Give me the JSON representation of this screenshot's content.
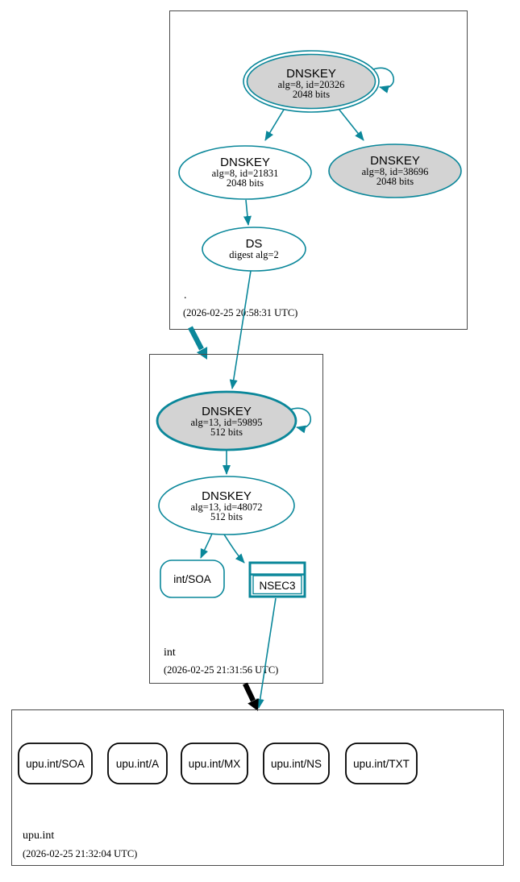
{
  "zones": [
    {
      "name": ".",
      "timestamp": "(2026-02-25 20:58:31 UTC)"
    },
    {
      "name": "int",
      "timestamp": "(2026-02-25 21:31:56 UTC)"
    },
    {
      "name": "upu.int",
      "timestamp": "(2026-02-25 21:32:04 UTC)"
    }
  ],
  "nodes": {
    "root_ksk": {
      "title": "DNSKEY",
      "detail1": "alg=8, id=20326",
      "detail2": "2048 bits"
    },
    "root_zsk": {
      "title": "DNSKEY",
      "detail1": "alg=8, id=21831",
      "detail2": "2048 bits"
    },
    "root_key2": {
      "title": "DNSKEY",
      "detail1": "alg=8, id=38696",
      "detail2": "2048 bits"
    },
    "root_ds": {
      "title": "DS",
      "detail1": "digest alg=2"
    },
    "int_ksk": {
      "title": "DNSKEY",
      "detail1": "alg=13, id=59895",
      "detail2": "512 bits"
    },
    "int_zsk": {
      "title": "DNSKEY",
      "detail1": "alg=13, id=48072",
      "detail2": "512 bits"
    },
    "int_soa": {
      "label": "int/SOA"
    },
    "int_nsec3": {
      "label": "NSEC3"
    },
    "upu_soa": {
      "label": "upu.int/SOA"
    },
    "upu_a": {
      "label": "upu.int/A"
    },
    "upu_mx": {
      "label": "upu.int/MX"
    },
    "upu_ns": {
      "label": "upu.int/NS"
    },
    "upu_txt": {
      "label": "upu.int/TXT"
    }
  },
  "colors": {
    "secure_teal": "#0a879a",
    "insecure_black": "#000000",
    "key_fill_gray": "#d3d3d3",
    "node_fill": "#ffffff",
    "box_border_gray": "#4a4a4a"
  }
}
